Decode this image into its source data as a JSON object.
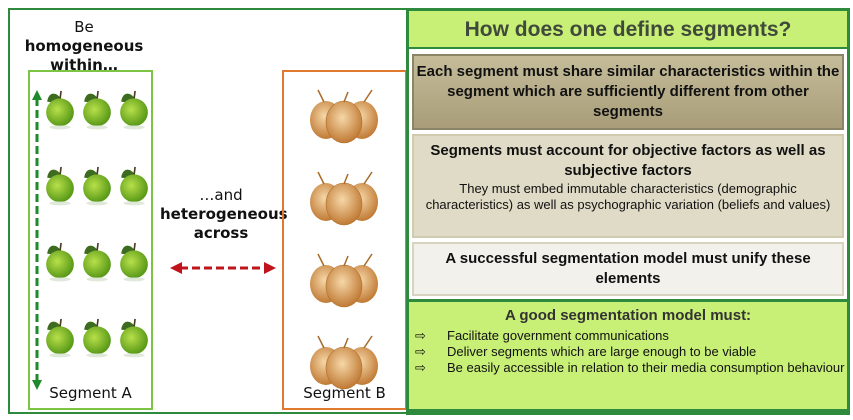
{
  "left_panel": {
    "heading_prefix": "Be ",
    "heading_bold": "homogeneous",
    "heading_line2": "within…",
    "middle_line1": "…and",
    "middle_line2": "heterogeneous",
    "middle_line3": "across",
    "segment_a": "Segment A",
    "segment_b": "Segment B"
  },
  "right_panel": {
    "title": "How does one define segments?",
    "box1": "Each segment must share similar characteristics within the segment which are sufficiently different from other segments",
    "box2_title": "Segments must account for objective factors as well as subjective factors",
    "box2_sub": "They must embed immutable characteristics (demographic characteristics) as well as psychographic variation (beliefs and values)",
    "box3": "A successful segmentation model must unify these elements",
    "box4_title": "A  good segmentation model must:",
    "bullet_glyph": "⇨",
    "bullets": [
      "Facilitate government communications",
      "Deliver segments which are large enough to be viable",
      "Be easily accessible in relation to their media consumption behaviour"
    ]
  },
  "colors": {
    "green_border": "#2e8b3e",
    "lime": "#c8ef76",
    "orange": "#e07a2e",
    "arrow_red": "#c0141c"
  }
}
